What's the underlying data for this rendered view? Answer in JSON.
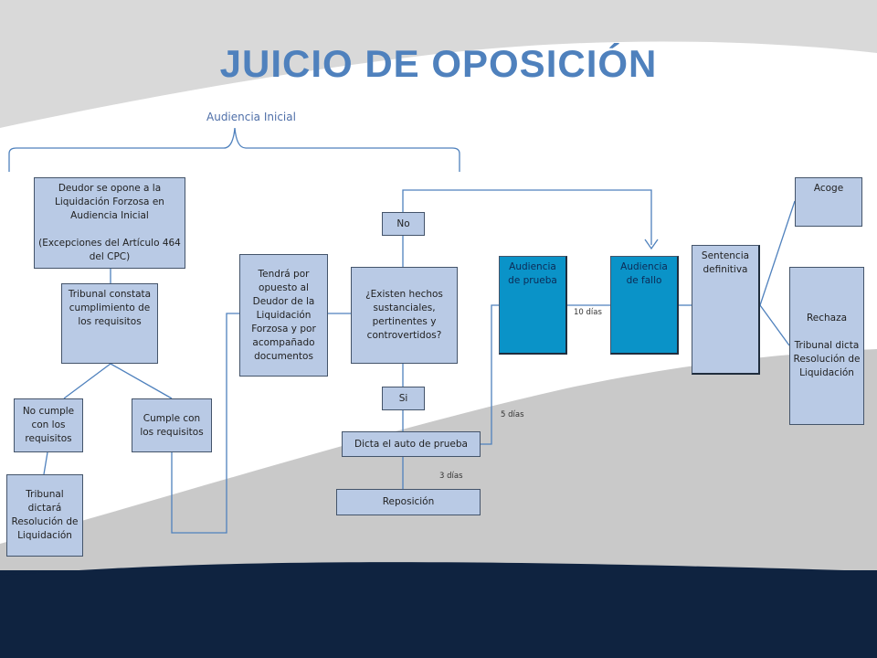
{
  "title": "JUICIO DE OPOSICIÓN",
  "brace_label": "Audiencia Inicial",
  "nodes": {
    "deudor": "Deudor se opone a la Liquidación Forzosa en Audiencia Inicial\n\n(Excepciones del Artículo 464 del CPC)",
    "tribunal_constata": "Tribunal constata cumplimiento de los requisitos",
    "no_cumple": "No cumple con los requisitos",
    "cumple": "Cumple con los requisitos",
    "tribunal_dictara": "Tribunal dictará Resolución de Liquidación",
    "tendra_por_opuesto": "Tendrá por opuesto al Deudor de la Liquidación Forzosa y por acompañado documentos",
    "existen_hechos": "¿Existen hechos sustanciales, pertinentes y controvertidos?",
    "no": "No",
    "si": "Si",
    "dicta_auto": "Dicta el auto de prueba",
    "reposicion": "Reposición",
    "audiencia_prueba": "Audiencia de prueba",
    "audiencia_fallo": "Audiencia de fallo",
    "sentencia": "Sentencia definitiva",
    "acoge": "Acoge",
    "rechaza": "Rechaza\n\nTribunal dicta Resolución de Liquidación"
  },
  "edge_labels": {
    "tres_dias": "3 días",
    "cinco_dias": "5 días",
    "diez_dias": "10 días"
  },
  "colors": {
    "title": "#4f81bd",
    "box_fill": "#b9cae5",
    "box_highlight": "#0a93c8",
    "connector": "#4f81bd",
    "navy_band": "#0f2340",
    "gray_band": "#c9c9c9"
  }
}
